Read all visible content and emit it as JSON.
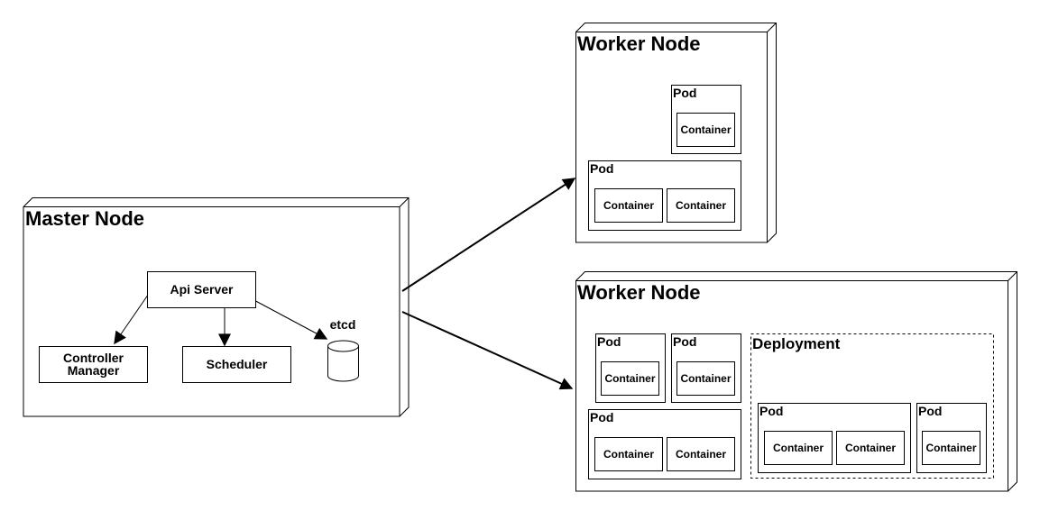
{
  "colors": {
    "stroke": "#000000",
    "fill": "#ffffff",
    "background": "#ffffff"
  },
  "master": {
    "title": "Master Node",
    "api_server": "Api Server",
    "controller_manager": [
      "Controller",
      "Manager"
    ],
    "scheduler": "Scheduler",
    "etcd": "etcd"
  },
  "worker1": {
    "title": "Worker Node",
    "pod_a": {
      "label": "Pod",
      "containers": [
        "Container"
      ]
    },
    "pod_b": {
      "label": "Pod",
      "containers": [
        "Container",
        "Container"
      ]
    }
  },
  "worker2": {
    "title": "Worker Node",
    "pod_a": {
      "label": "Pod",
      "containers": [
        "Container"
      ]
    },
    "pod_b": {
      "label": "Pod",
      "containers": [
        "Container"
      ]
    },
    "pod_c": {
      "label": "Pod",
      "containers": [
        "Container",
        "Container"
      ]
    },
    "deployment": {
      "label": "Deployment",
      "pod_a": {
        "label": "Pod",
        "containers": [
          "Container",
          "Container"
        ]
      },
      "pod_b": {
        "label": "Pod",
        "containers": [
          "Container"
        ]
      }
    }
  }
}
